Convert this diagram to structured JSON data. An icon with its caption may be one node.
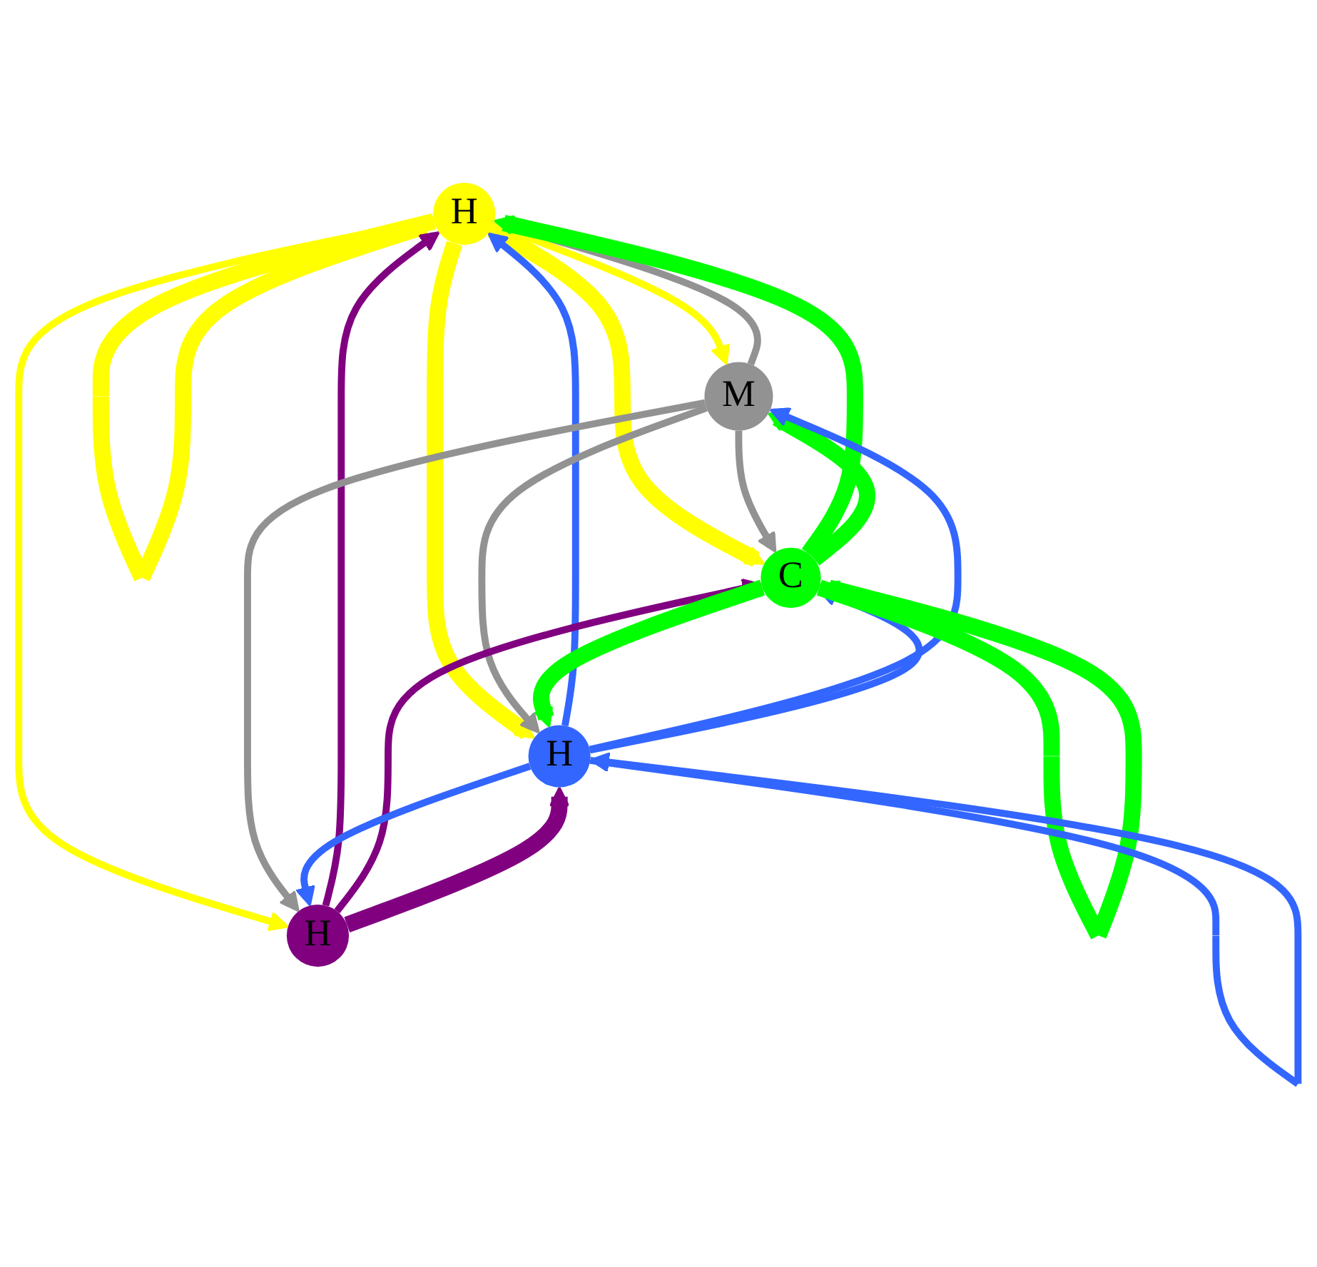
{
  "diagram": {
    "nodes": [
      {
        "text": [
          "H"
        ]
      },
      {
        "text": [
          "M"
        ]
      },
      {
        "text": [
          "C"
        ]
      },
      {
        "text": [
          "H"
        ]
      },
      {
        "text": [
          "H"
        ]
      }
    ],
    "edges": [
      {
        "from": 0,
        "to": 0,
        "arrow": "to",
        "style": "thick",
        "color": "#ffff00"
      },
      {
        "from": 1,
        "to": 0,
        "arrow": "to",
        "color": "#929292"
      },
      {
        "from": 0,
        "to": 1,
        "arrow": "to",
        "color": "#ffff00"
      },
      {
        "from": 0,
        "to": 2,
        "arrow": "to",
        "style": "thick",
        "color": "#ffff00"
      },
      {
        "from": 2,
        "to": 0,
        "arrow": "to",
        "style": "thick",
        "color": "#00ff00"
      },
      {
        "from": 0,
        "to": 4,
        "arrow": "to",
        "style": "thick",
        "color": "#ffff00"
      },
      {
        "from": 0,
        "to": 3,
        "arrow": "to",
        "color": "#ffff00"
      },
      {
        "from": 3,
        "to": 0,
        "arrow": "to",
        "color": "#800080"
      },
      {
        "from": 4,
        "to": 0,
        "arrow": "to",
        "color": "#3366ff"
      },
      {
        "from": 2,
        "to": 1,
        "arrow": "to",
        "style": "thick",
        "color": "#00ff00"
      },
      {
        "from": 1,
        "to": 2,
        "arrow": "to",
        "color": "#929292"
      },
      {
        "from": 1,
        "to": 4,
        "arrow": "to",
        "color": "#929292"
      },
      {
        "from": 4,
        "to": 1,
        "arrow": "to",
        "color": "#3366ff"
      },
      {
        "from": 1,
        "to": 3,
        "arrow": "to",
        "color": "#929292"
      },
      {
        "from": 3,
        "to": 2,
        "arrow": "to",
        "color": "#800080"
      },
      {
        "from": 3,
        "to": 4,
        "arrow": "to",
        "style": "thick",
        "color": "#800080"
      },
      {
        "from": 4,
        "to": 3,
        "arrow": "to",
        "color": "#3366ff"
      },
      {
        "from": 2,
        "to": 4,
        "arrow": "to",
        "style": "thick",
        "color": "#00ff00"
      },
      {
        "from": 4,
        "to": 2,
        "arrow": "to",
        "color": "#3366ff"
      },
      {
        "from": 2,
        "to": 2,
        "arrow": "to",
        "style": "thick",
        "color": "#00ff00"
      },
      {
        "from": 4,
        "to": 4,
        "arrow": "to",
        "color": "#3366ff"
      }
    ]
  }
}
